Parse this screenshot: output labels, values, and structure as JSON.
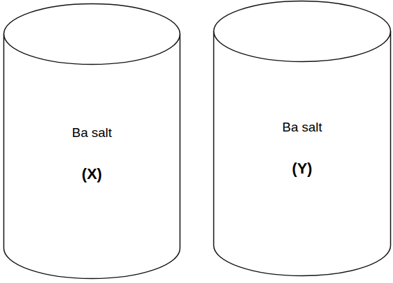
{
  "diagram": {
    "nodes": [
      {
        "text": [
          "Ba salt",
          "(X)"
        ]
      },
      {
        "text": [
          "Ba salt",
          "(Y)"
        ]
      }
    ]
  }
}
